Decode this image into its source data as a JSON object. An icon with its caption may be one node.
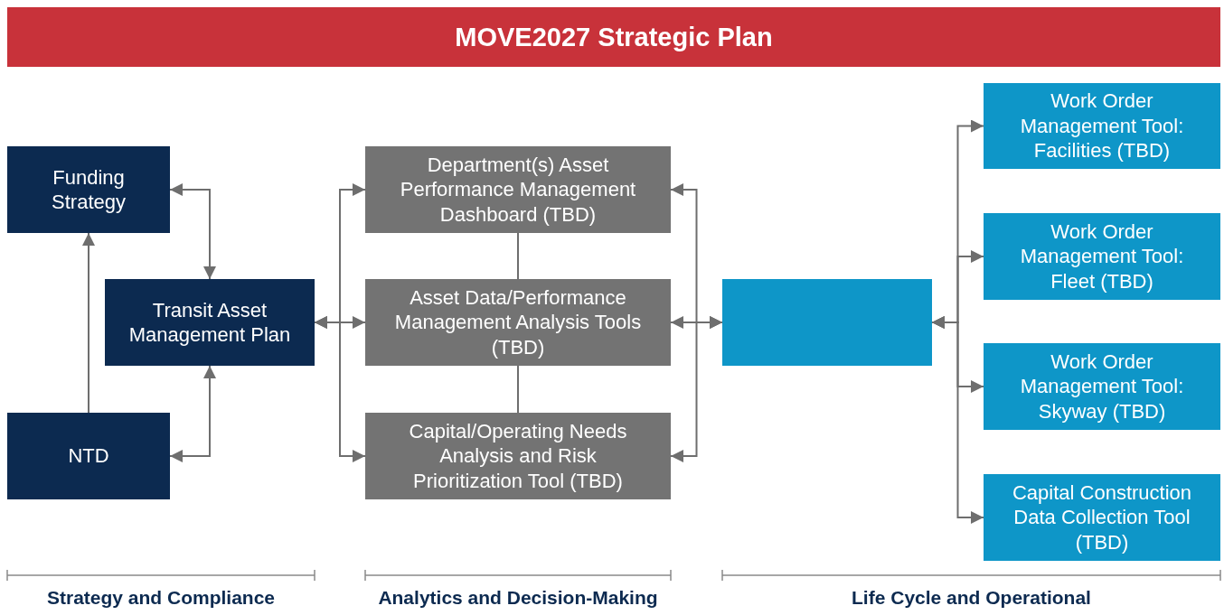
{
  "diagram": {
    "title": "MOVE2027 Strategic Plan",
    "nodes": [
      {
        "text": [
          "Funding Strategy"
        ]
      },
      {
        "text": [
          "Transit Asset Management Plan"
        ]
      },
      {
        "text": [
          "NTD"
        ]
      },
      {
        "text": [
          "Department(s) Asset Performance Management Dashboard (TBD)"
        ]
      },
      {
        "text": [
          "Asset Data/Performance Management Analysis Tools (TBD)"
        ]
      },
      {
        "text": [
          "Capital/Operating Needs Analysis and Risk Prioritization Tool (TBD)"
        ]
      },
      {
        "text": [],
        "shape": "box"
      },
      {
        "text": [
          "Work Order Management Tool: Facilities (TBD)"
        ]
      },
      {
        "text": [
          "Work Order Management Tool: Fleet (TBD)"
        ]
      },
      {
        "text": [
          "Work Order Management Tool: Skyway (TBD)"
        ]
      },
      {
        "text": [
          "Capital Construction Data Collection Tool (TBD)"
        ]
      }
    ],
    "edges": [
      {
        "from": 2,
        "to": 0,
        "arrow": "to"
      },
      {
        "from": 0,
        "to": 1,
        "arrow": "both"
      },
      {
        "from": 2,
        "to": 1,
        "arrow": "both"
      },
      {
        "from": 1,
        "to": 3,
        "arrow": "both"
      },
      {
        "from": 1,
        "to": 4,
        "arrow": "both"
      },
      {
        "from": 1,
        "to": 5,
        "arrow": "both"
      },
      {
        "from": 3,
        "to": 4,
        "arrow": "none"
      },
      {
        "from": 4,
        "to": 5,
        "arrow": "none"
      },
      {
        "from": 3,
        "to": 6,
        "arrow": "both"
      },
      {
        "from": 4,
        "to": 6,
        "arrow": "both"
      },
      {
        "from": 5,
        "to": 6,
        "arrow": "both"
      },
      {
        "from": 6,
        "to": 7,
        "arrow": "both"
      },
      {
        "from": 6,
        "to": 8,
        "arrow": "both"
      },
      {
        "from": 6,
        "to": 9,
        "arrow": "both"
      },
      {
        "from": 6,
        "to": 10,
        "arrow": "both"
      }
    ],
    "labels": [
      "Strategy and Compliance",
      "Analytics and Decision-Making",
      "Life Cycle and Operational"
    ]
  }
}
